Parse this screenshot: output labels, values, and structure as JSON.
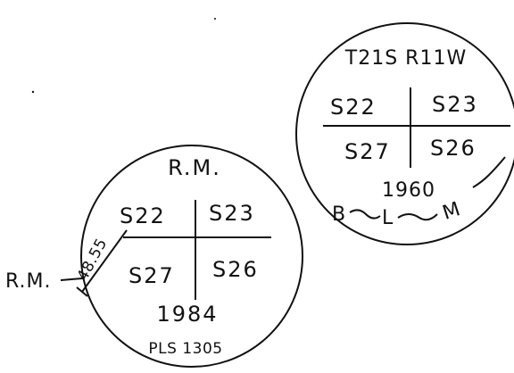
{
  "right_circle": {
    "township_range": "T21S R11W",
    "sections": {
      "nw": "S22",
      "ne": "S23",
      "sw": "S27",
      "se": "S26"
    },
    "year": "1960",
    "marker_text": [
      "B",
      "L",
      "M"
    ]
  },
  "left_circle": {
    "top_label": "R.M.",
    "sections": {
      "nw": "S22",
      "ne": "S23",
      "sw": "S27",
      "se": "S26"
    },
    "year": "1984",
    "bottom_label": "PLS 1305",
    "bearing_label": "48.55"
  },
  "outside_label": "R.M.",
  "colors": {
    "ink": "#111111",
    "paper": "#ffffff"
  }
}
